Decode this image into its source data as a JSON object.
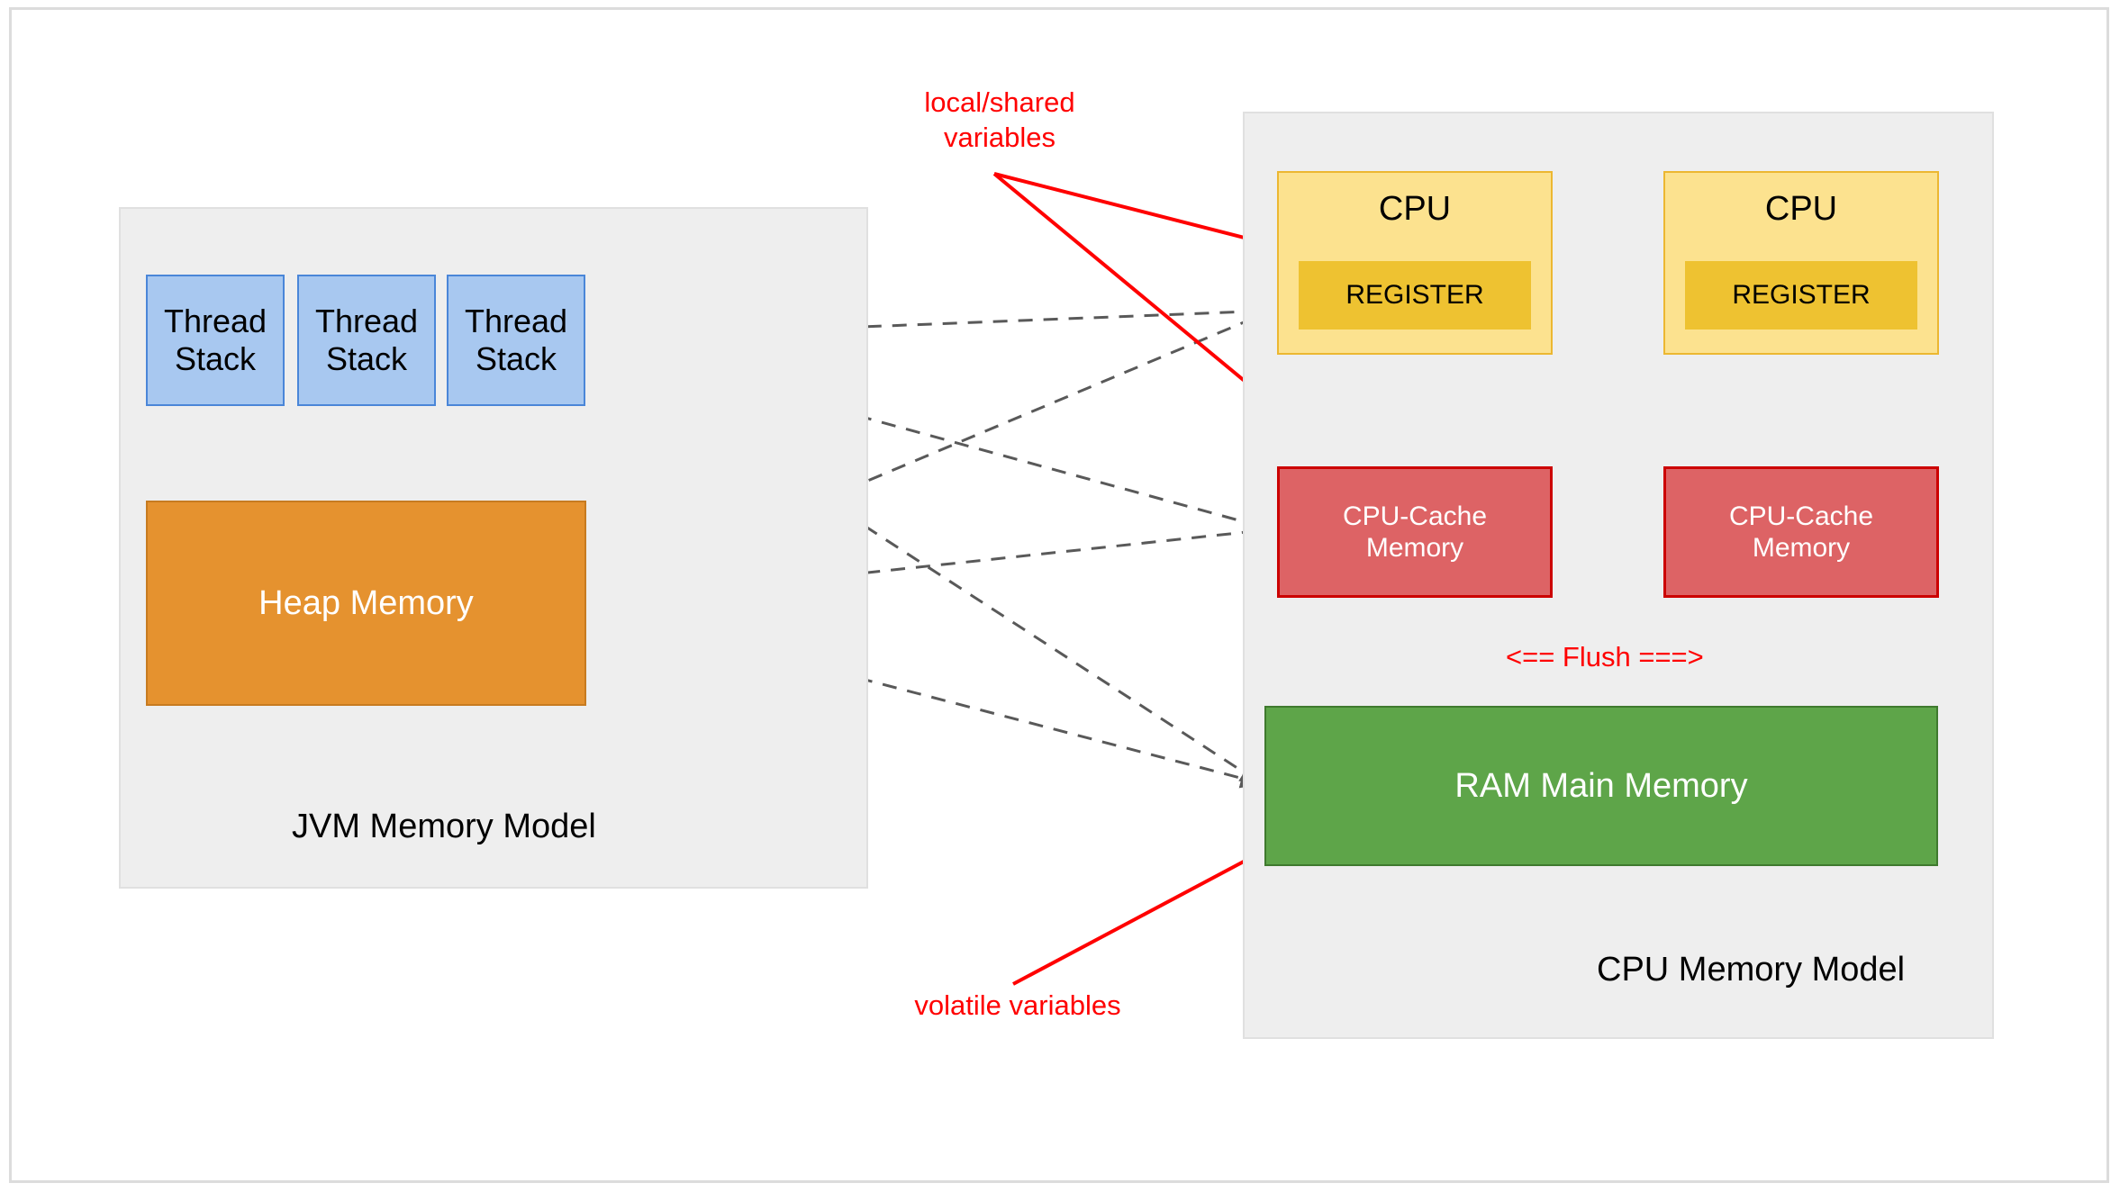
{
  "diagram": {
    "title_jvm": "JVM Memory Model",
    "title_cpu": "CPU Memory Model",
    "jvm": {
      "thread_stacks": [
        {
          "label": "Thread\nStack"
        },
        {
          "label": "Thread\nStack"
        },
        {
          "label": "Thread\nStack"
        }
      ],
      "heap": {
        "label": "Heap Memory"
      }
    },
    "cpu": {
      "cores": [
        {
          "label": "CPU",
          "register_label": "REGISTER",
          "cache_label": "CPU-Cache\nMemory"
        },
        {
          "label": "CPU",
          "register_label": "REGISTER",
          "cache_label": "CPU-Cache\nMemory"
        }
      ],
      "ram": {
        "label": "RAM Main Memory"
      },
      "flush_label": "<== Flush ===>"
    },
    "annotations": [
      {
        "id": "local-shared",
        "label": "local/shared\nvariables"
      },
      {
        "id": "volatile",
        "label": "volatile variables"
      }
    ],
    "colors": {
      "panel_bg": "#eeeeee",
      "thread_stack_fill": "#a8c8f0",
      "thread_stack_stroke": "#4a86d8",
      "heap_fill": "#e5922f",
      "heap_stroke": "#c77b20",
      "cpu_fill": "#fce28f",
      "cpu_stroke": "#ecb731",
      "register_fill": "#eec231",
      "cache_fill": "#dd6365",
      "cache_stroke": "#cc0000",
      "ram_fill": "#5ea549",
      "ram_stroke": "#3f7a2e",
      "annotation_red": "#ff0000",
      "connector_gray": "#595959"
    }
  }
}
